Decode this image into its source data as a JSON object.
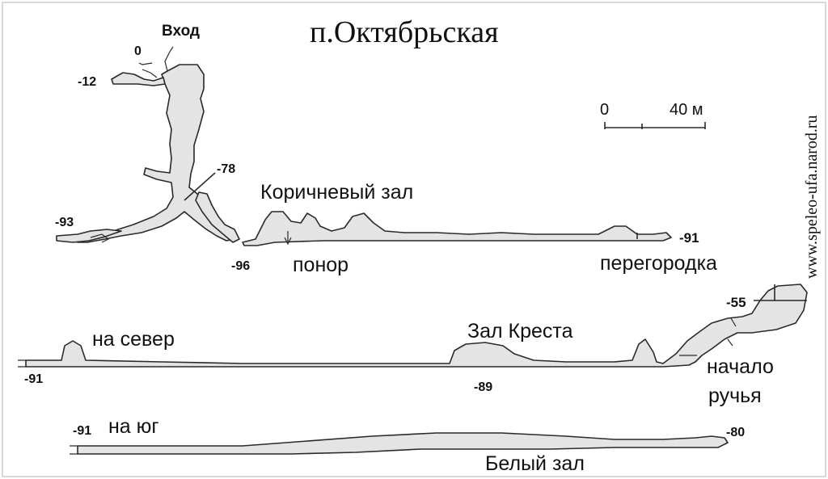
{
  "title": "п.Октябрьская",
  "watermark": "www.speleo-ufa.narod.ru",
  "scale": {
    "start": "0",
    "end": "40 м"
  },
  "colors": {
    "fill": "#e4e4e4",
    "stroke": "#2a2a2a",
    "text": "#111111"
  },
  "labels": {
    "entrance": "Вход",
    "depth_0": "0",
    "depth_minus12": "-12",
    "depth_minus78": "-78",
    "depth_minus93": "-93",
    "depth_minus96": "-96",
    "depth_minus91_top": "-91",
    "brown_hall": "Коричневый зал",
    "ponor": "понор",
    "partition": "перегородка",
    "depth_minus55": "-55",
    "north": "на север",
    "cross_hall": "Зал Креста",
    "depth_minus91_mid": "-91",
    "depth_minus89": "-89",
    "stream_start_1": "начало",
    "stream_start_2": "ручья",
    "south": "на юг",
    "depth_minus91_bot": "-91",
    "depth_minus80": "-80",
    "white_hall": "Белый зал"
  }
}
